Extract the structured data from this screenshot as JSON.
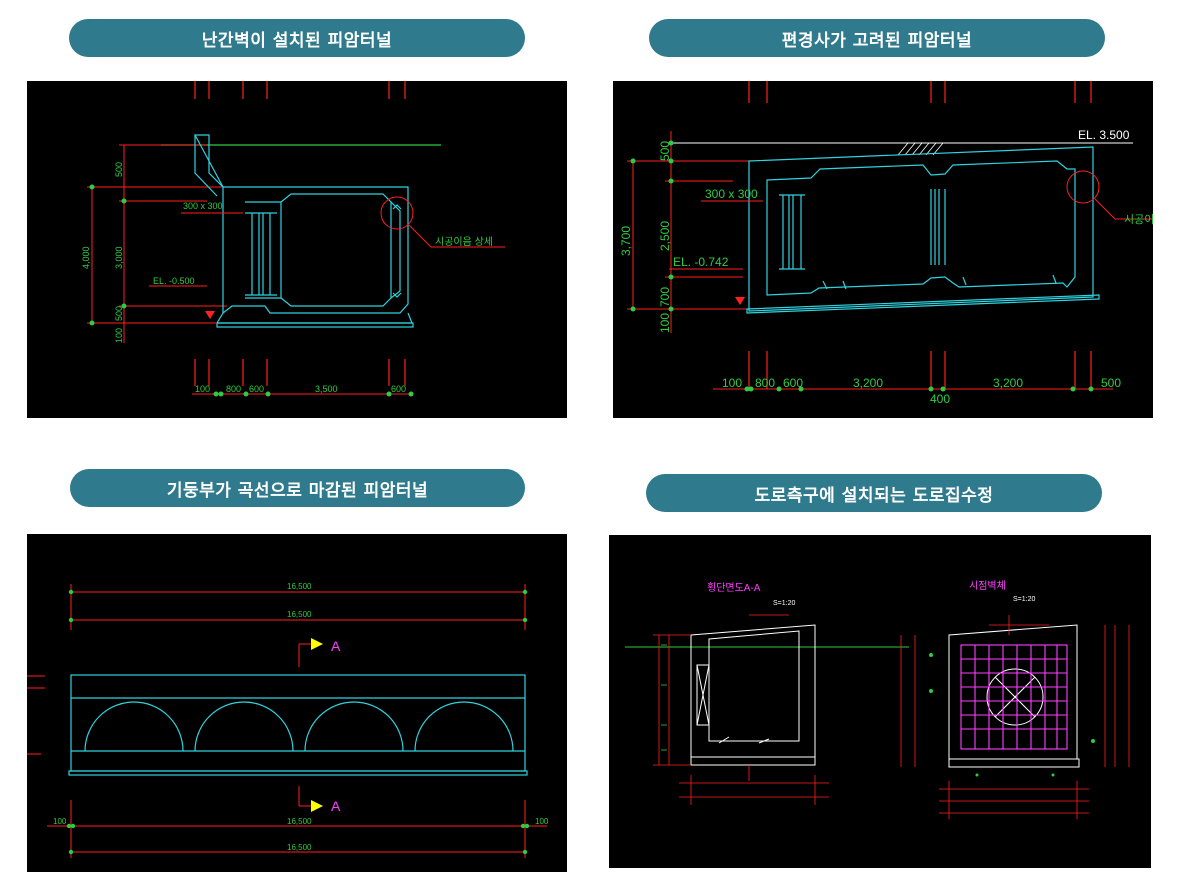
{
  "panels": [
    {
      "title": "난간벽이 설치된 피암터널",
      "dims_vertical": [
        "4,000",
        "3,000",
        "500",
        "100",
        "500"
      ],
      "dims_horizontal": [
        "100",
        "800",
        "600",
        "3,500",
        "600"
      ],
      "labels": {
        "chamfer": "300 x 300",
        "elevation": "EL. -0.500",
        "detail": "시공이음 상세"
      }
    },
    {
      "title": "편경사가 고려된 피암터널",
      "dims_vertical": [
        "3,700",
        "2,500",
        "700",
        "100",
        "500"
      ],
      "dims_horizontal": [
        "100",
        "800",
        "600",
        "3,200",
        "3,200",
        "500",
        "400"
      ],
      "labels": {
        "chamfer": "300 x 300",
        "elevation_top": "EL. 3.500",
        "elevation": "EL. -0.742",
        "detail": "시공이"
      }
    },
    {
      "title": "기둥부가 곡선으로 마감된 피암터널",
      "dims": [
        "16,500",
        "16,500",
        "16,500",
        "16,500",
        "100",
        "100"
      ],
      "section_mark": "A"
    },
    {
      "title": "도로측구에 설치되는 도로집수정",
      "view_titles": [
        "횡단면도A-A",
        "시점벽체"
      ],
      "scales": [
        "S=1:20",
        "S=1:20"
      ]
    }
  ]
}
